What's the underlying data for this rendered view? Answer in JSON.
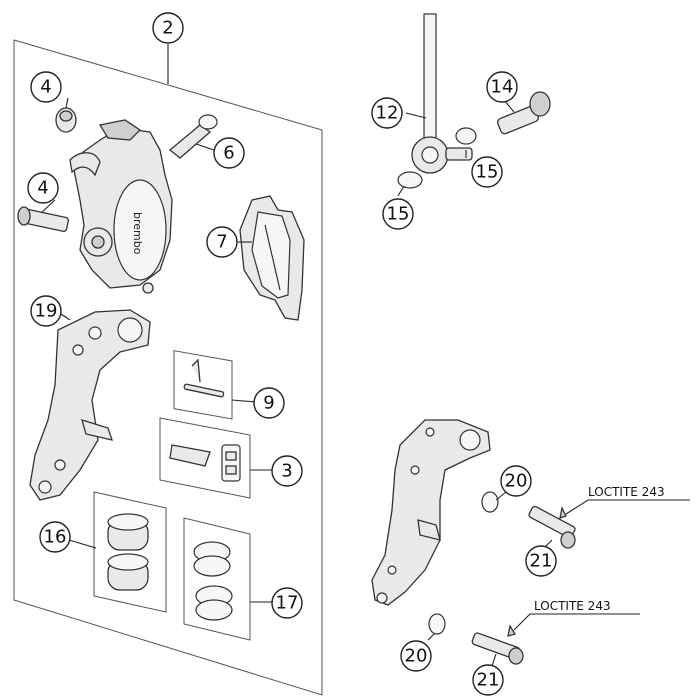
{
  "callouts": {
    "c2": "2",
    "c4a": "4",
    "c4b": "4",
    "c6": "6",
    "c7": "7",
    "c19": "19",
    "c9": "9",
    "c3": "3",
    "c16": "16",
    "c17": "17",
    "c12": "12",
    "c14": "14",
    "c15a": "15",
    "c15b": "15",
    "c20a": "20",
    "c20b": "20",
    "c21a": "21",
    "c21b": "21"
  },
  "notes": {
    "loctite_upper": "LOCTITE 243",
    "loctite_lower": "LOCTITE 243"
  },
  "caliper_brand": "brembo"
}
